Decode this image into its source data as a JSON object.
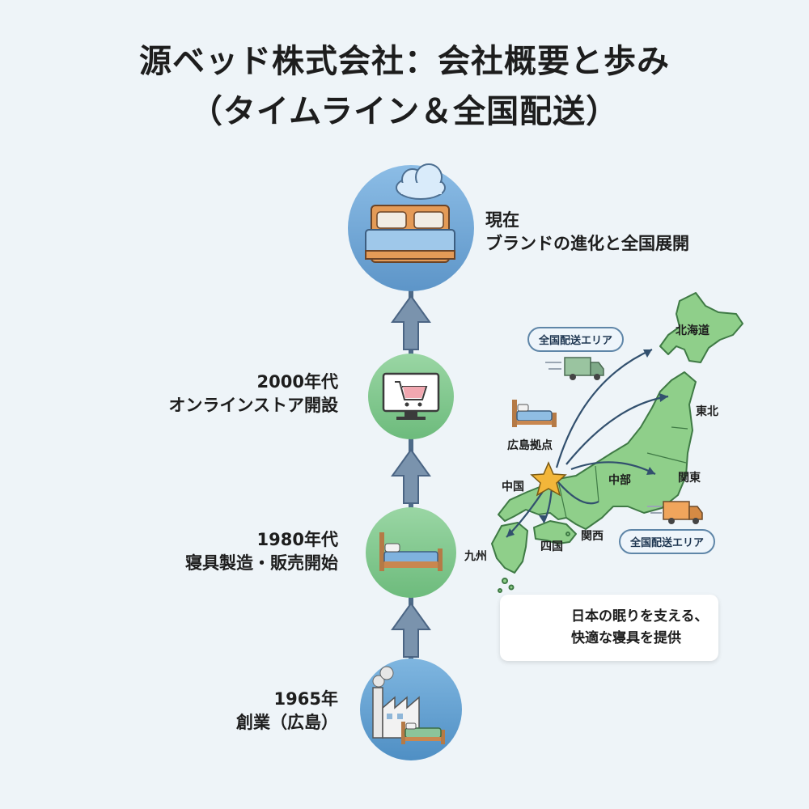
{
  "header": {
    "title_line1": "源ベッド株式会社：会社概要と歩み",
    "title_line2": "（タイムライン＆全国配送）"
  },
  "timeline": {
    "milestones": [
      {
        "line1": "現在",
        "line2": "ブランドの進化と全国展開",
        "icon": "bed-cloud-icon"
      },
      {
        "line1": "2000年代",
        "line2": "オンラインストア開設",
        "icon": "shopping-cart-monitor-icon"
      },
      {
        "line1": "1980年代",
        "line2": "寝具製造・販売開始",
        "icon": "bed-icon"
      },
      {
        "line1": "1965年",
        "line2": "創業（広島）",
        "icon": "factory-icon"
      }
    ]
  },
  "map": {
    "regions": {
      "hokkaido": "北海道",
      "tohoku": "東北",
      "kanto": "関東",
      "chubu": "中部",
      "chugoku": "中国",
      "kansai": "関西",
      "shikoku": "四国",
      "kyushu": "九州"
    },
    "hub_label": "広島拠点",
    "delivery_area_top": "全国配送エリア",
    "delivery_area_bottom": "全国配送エリア"
  },
  "tagline": {
    "line1": "日本の眠りを支える、",
    "line2": "快適な寝具を提供"
  },
  "colors": {
    "background": "#eef4f8",
    "circle_blue": "#74aad8",
    "circle_green": "#82c98f",
    "land_green": "#8fcf8a",
    "arrow_slate": "#6f8aa6",
    "star": "#f2b63a"
  }
}
